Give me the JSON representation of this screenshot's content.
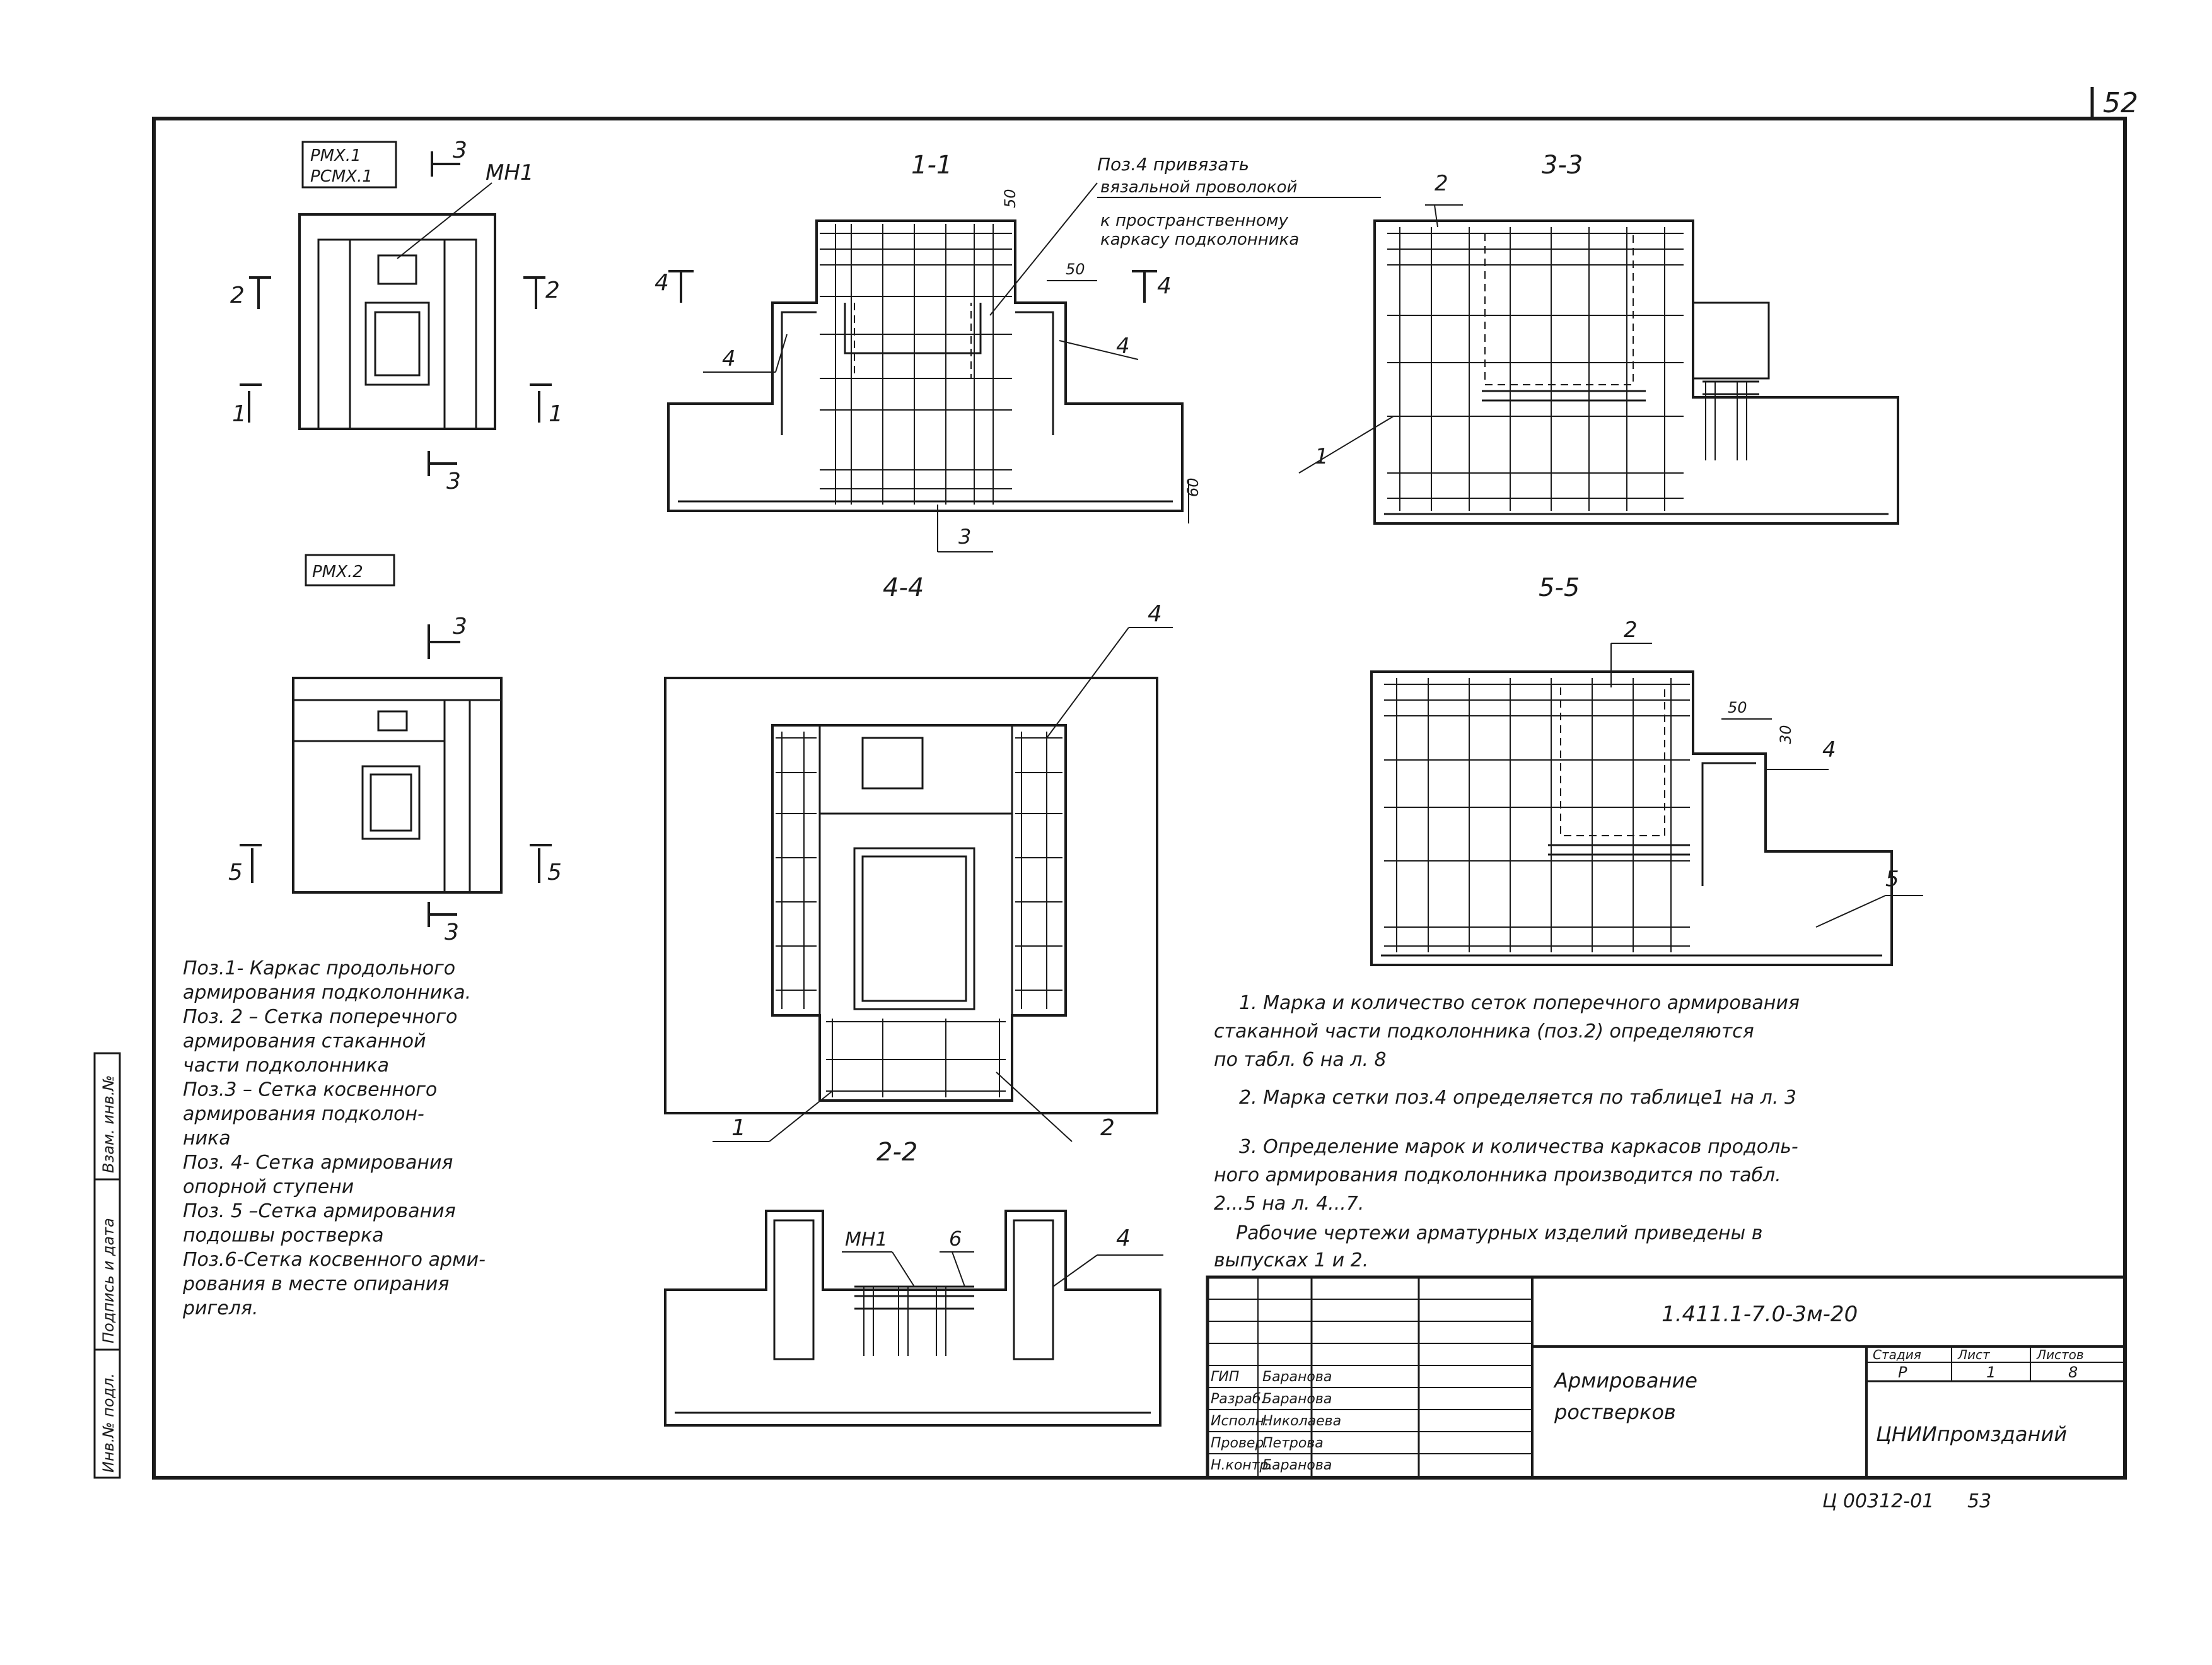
{
  "sheet": {
    "page_number": "52",
    "bottom_code": "Ц 00312-01",
    "bottom_num": "53"
  },
  "side_stamp": {
    "col1": "Инв.№ подл.",
    "col2": "Подпись и дата",
    "col3": "Взам. инв.№"
  },
  "plan1": {
    "tag_line1": "РМХ.1",
    "tag_line2": "РСМХ.1",
    "mark_mn1": "МН1",
    "cut3_top": "3",
    "cut3_bottom": "3",
    "cut2_left": "2",
    "cut2_right": "2",
    "cut1_left": "1",
    "cut1_right": "1"
  },
  "plan2": {
    "tag": "РМХ.2",
    "cut3_top": "3",
    "cut3_bottom": "3",
    "cut5_left": "5",
    "cut5_right": "5"
  },
  "section_1_1": {
    "title": "1-1",
    "note_line1": "Поз.4 привязать",
    "note_line2": "вязальной проволокой",
    "note_line3": "к пространственному",
    "note_line4": "каркасу подколонника",
    "dim_50_top": "50",
    "dim_50_side": "50",
    "dim_60": "60",
    "cut4_left": "4",
    "cut4_right": "4",
    "pos4_left": "4",
    "pos4_right": "4",
    "pos3": "3"
  },
  "section_3_3": {
    "title": "3-3",
    "pos2": "2",
    "pos1": "1"
  },
  "section_4_4": {
    "title": "4-4",
    "pos4": "4",
    "pos1": "1",
    "pos2": "2"
  },
  "section_5_5": {
    "title": "5-5",
    "pos2": "2",
    "dim_50": "50",
    "dim_30": "30",
    "pos4": "4",
    "pos5": "5"
  },
  "section_2_2": {
    "title": "2-2",
    "mark_mn1": "МН1",
    "pos6": "6",
    "pos4": "4"
  },
  "legend": [
    "Поз.1- Каркас продольного",
    "армирования подколонника.",
    "Поз. 2 – Сетка поперечного",
    "армирования стаканной",
    "части подколонника",
    "Поз.3 – Сетка косвенного",
    "армирования подколон-",
    "ника",
    "Поз. 4- Сетка армирования",
    "опорной ступени",
    "Поз. 5 –Сетка армирования",
    "подошвы ростверка",
    "Поз.6-Сетка косвенного арми-",
    "рования в месте опирания",
    "ригеля."
  ],
  "notes": [
    "1. Марка и количество сеток поперечного армирования",
    "стаканной части подколонника (поз.2) определяются",
    "по табл. 6  на л. 8",
    "2. Марка сетки поз.4 определяется по таблице1 на л. 3",
    "3. Определение марок и количества каркасов продоль-",
    "ного армирования подколонника производится по табл.",
    "2...5  на л. 4...7.",
    "Рабочие чертежи арматурных изделий приведены в",
    "выпусках 1 и 2."
  ],
  "title_block": {
    "doc_code": "1.411.1-7.0-3м-20",
    "title_line1": "Армирование",
    "title_line2": "ростверков",
    "org": "ЦНИИпромзданий",
    "stage_label": "Стадия",
    "sheet_label": "Лист",
    "sheets_label": "Листов",
    "stage_value": "Р",
    "sheet_value": "1",
    "sheets_value": "8",
    "roles": [
      {
        "role": "ГИП",
        "name": "Баранова"
      },
      {
        "role": "Разраб.",
        "name": "Баранова"
      },
      {
        "role": "Исполн.",
        "name": "Николаева"
      },
      {
        "role": "Провер.",
        "name": "Петрова"
      },
      {
        "role": "Н.контр.",
        "name": "Баранова"
      }
    ]
  }
}
